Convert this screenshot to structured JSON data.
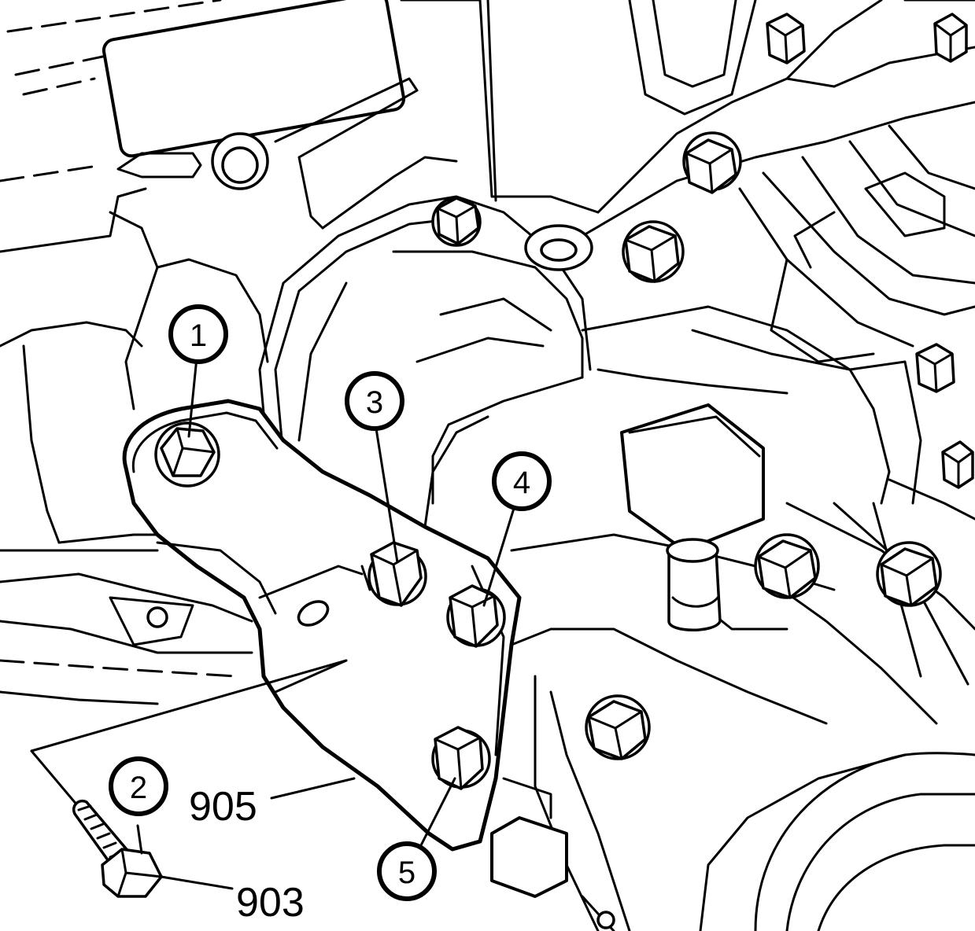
{
  "callouts": [
    {
      "id": "1",
      "label": "1"
    },
    {
      "id": "2",
      "label": "2"
    },
    {
      "id": "3",
      "label": "3"
    },
    {
      "id": "4",
      "label": "4"
    },
    {
      "id": "5",
      "label": "5"
    }
  ],
  "part_labels": [
    {
      "id": "bracket",
      "text": "905"
    },
    {
      "id": "bolt",
      "text": "903"
    }
  ]
}
